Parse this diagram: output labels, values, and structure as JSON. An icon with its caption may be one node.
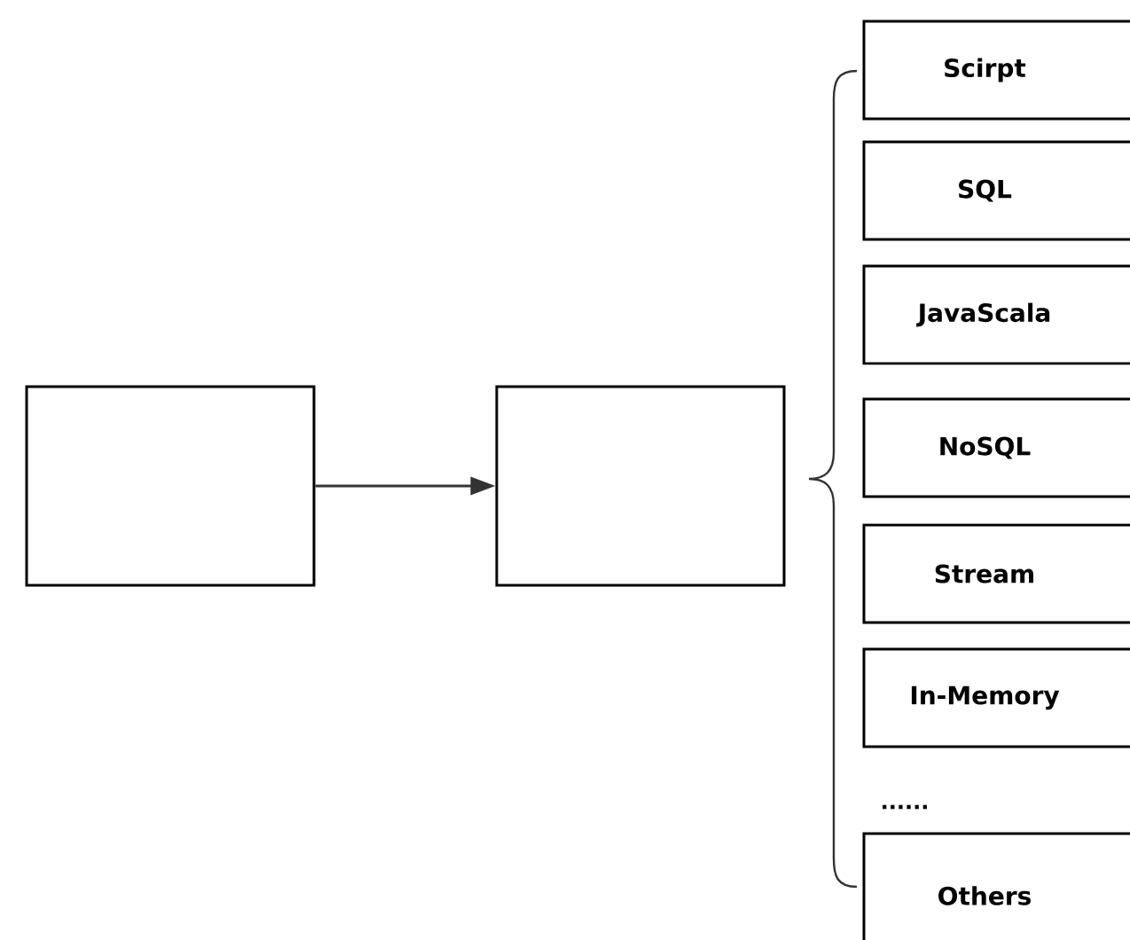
{
  "diagram": {
    "nodes": [
      {
        "text": [],
        "shape": "box"
      },
      {
        "text": [],
        "shape": "box"
      },
      {
        "text": [
          "Scirpt"
        ]
      },
      {
        "text": [
          "SQL"
        ]
      },
      {
        "text": [
          "JavaScala"
        ]
      },
      {
        "text": [
          "NoSQL"
        ]
      },
      {
        "text": [
          "Stream"
        ]
      },
      {
        "text": [
          "In-Memory"
        ]
      },
      {
        "text": [
          "Others"
        ]
      }
    ],
    "edges": [
      {
        "from": 0,
        "to": 1,
        "arrow": "to"
      }
    ],
    "labels": [
      "......"
    ]
  }
}
